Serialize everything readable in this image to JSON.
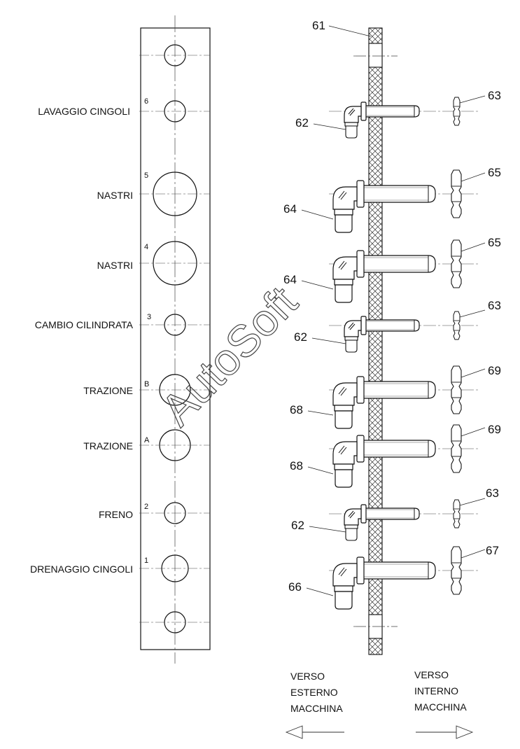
{
  "plate": {
    "holes": [
      {
        "label": "",
        "num": ""
      },
      {
        "label": "LAVAGGIO CINGOLI",
        "num": "6"
      },
      {
        "label": "NASTRI",
        "num": "5"
      },
      {
        "label": "NASTRI",
        "num": "4"
      },
      {
        "label": "CAMBIO CILINDRATA",
        "num": "3"
      },
      {
        "label": "TRAZIONE",
        "num": "B"
      },
      {
        "label": "TRAZIONE",
        "num": "A"
      },
      {
        "label": "FRENO",
        "num": "2"
      },
      {
        "label": "DRENAGGIO CINGOLI",
        "num": "1"
      },
      {
        "label": "",
        "num": ""
      }
    ]
  },
  "section": {
    "plate_ref": "61",
    "fittings": [
      {
        "fitting_ref": "62",
        "nut_ref": "63"
      },
      {
        "fitting_ref": "64",
        "nut_ref": "65"
      },
      {
        "fitting_ref": "64",
        "nut_ref": "65"
      },
      {
        "fitting_ref": "62",
        "nut_ref": "63"
      },
      {
        "fitting_ref": "68",
        "nut_ref": "69"
      },
      {
        "fitting_ref": "68",
        "nut_ref": "69"
      },
      {
        "fitting_ref": "62",
        "nut_ref": "63"
      },
      {
        "fitting_ref": "66",
        "nut_ref": "67"
      }
    ]
  },
  "directions": {
    "outside": [
      "VERSO",
      "ESTERNO",
      "MACCHINA"
    ],
    "inside": [
      "VERSO",
      "INTERNO",
      "MACCHINA"
    ]
  },
  "watermark": "AutoSoft"
}
